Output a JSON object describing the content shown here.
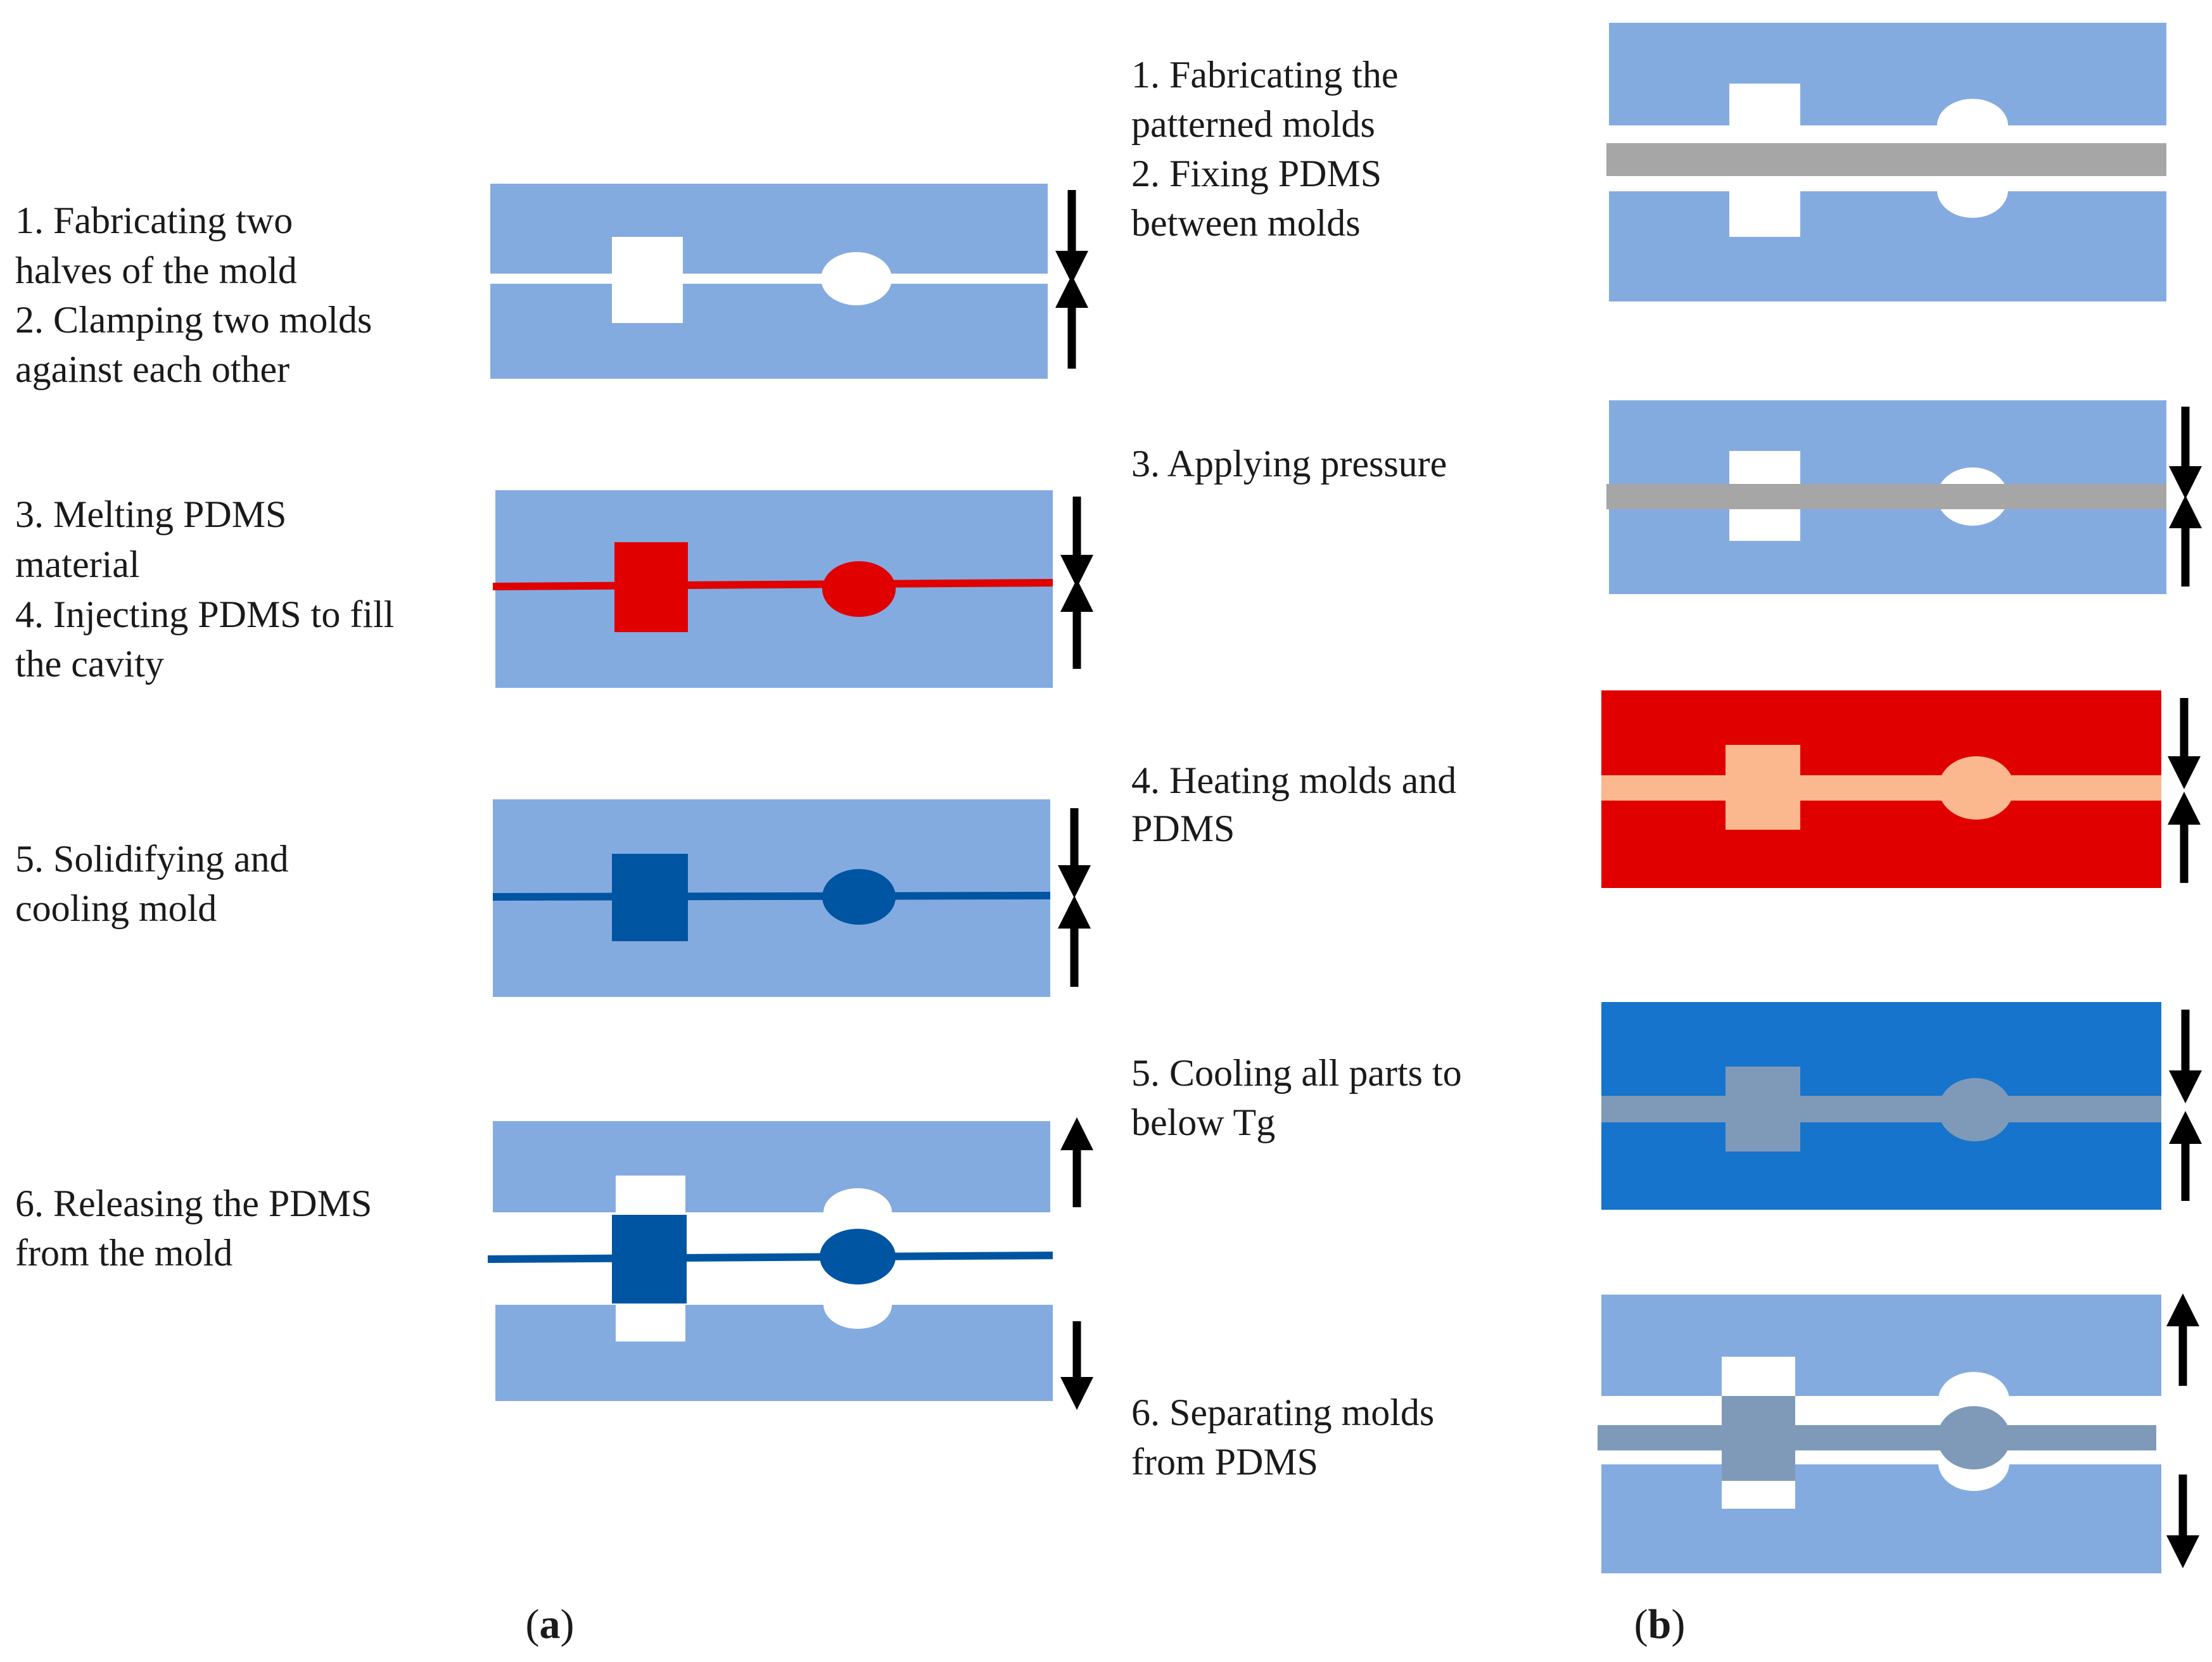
{
  "colors": {
    "mold": "#84abe0",
    "cavity": "#ffffff",
    "pdms_melt": "#e00000",
    "pdms_solid": "#0055a3",
    "pdms_sheet": "#a6a6a6",
    "mold_hot": "#e00000",
    "pdms_hot": "#fbb78e",
    "mold_cold": "#1674cc",
    "pdms_cold": "#7f9ab8",
    "arrow": "#000000"
  },
  "panel_a": {
    "label_open": "(",
    "label_letter": "a",
    "label_close": ")",
    "steps": [
      {
        "lines": [
          "1. Fabricating two",
          "halves of the mold",
          "2. Clamping two molds",
          "against each other"
        ]
      },
      {
        "lines": [
          "3. Melting PDMS",
          "material",
          "4. Injecting PDMS to fill",
          "the cavity"
        ]
      },
      {
        "lines": [
          "5. Solidifying and",
          "cooling mold"
        ]
      },
      {
        "lines": [
          "6. Releasing the PDMS",
          "from the mold"
        ]
      }
    ]
  },
  "panel_b": {
    "label_open": "(",
    "label_letter": "b",
    "label_close": ")",
    "steps": [
      {
        "lines": [
          "1. Fabricating the",
          "patterned molds",
          "2. Fixing PDMS",
          "between molds"
        ]
      },
      {
        "lines": [
          "3. Applying pressure"
        ]
      },
      {
        "lines": [
          "4. Heating molds and",
          "PDMS"
        ]
      },
      {
        "lines": [
          "5. Cooling all parts to",
          "below Tg"
        ]
      },
      {
        "lines": [
          "6. Separating molds",
          "from PDMS"
        ]
      }
    ]
  }
}
